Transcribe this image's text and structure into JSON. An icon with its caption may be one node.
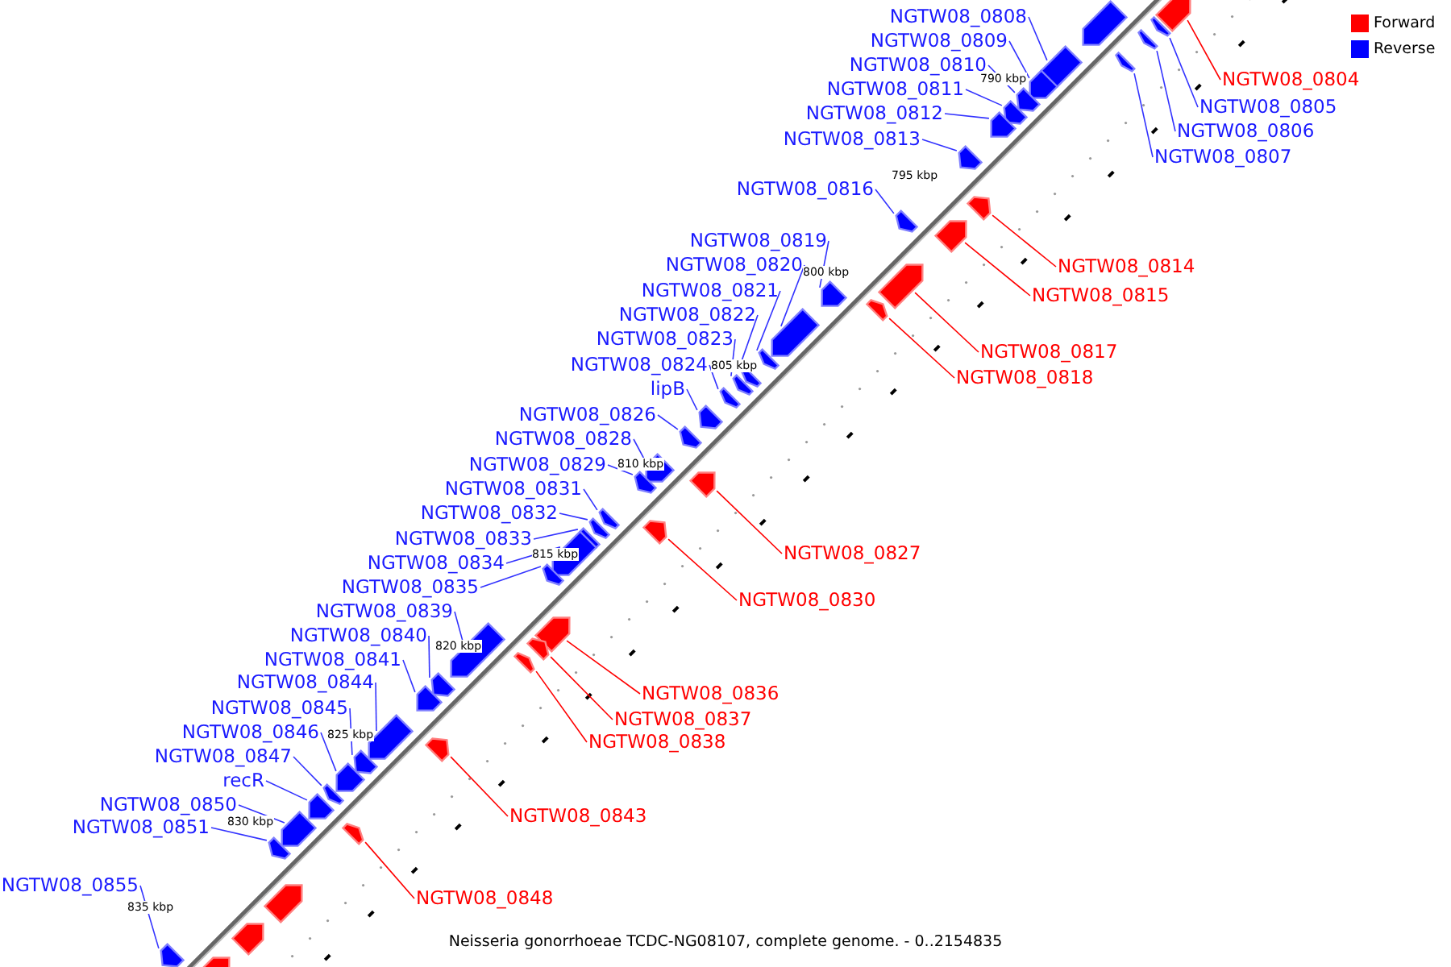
{
  "diagram": {
    "caption": "Neisseria gonorrhoeae TCDC-NG08107, complete genome. - 0..2154835",
    "nodes": [
      {
        "text": [
          "NGTW08_0808"
        ]
      },
      {
        "text": [],
        "shape": "arrow"
      },
      {
        "text": [
          "NGTW08_0809"
        ]
      },
      {
        "text": [],
        "shape": "arrow"
      },
      {
        "text": [
          "NGTW08_0810"
        ]
      },
      {
        "text": [],
        "shape": "arrow"
      },
      {
        "text": [
          "NGTW08_0811"
        ]
      },
      {
        "text": [],
        "shape": "arrow"
      },
      {
        "text": [
          "NGTW08_0804"
        ]
      },
      {
        "text": [],
        "shape": "arrow"
      },
      {
        "text": [
          "NGTW08_0805"
        ]
      },
      {
        "text": [],
        "shape": "arrow"
      },
      {
        "text": [
          "NGTW08_0812"
        ]
      },
      {
        "text": [],
        "shape": "arrow"
      },
      {
        "text": [
          "NGTW08_0806"
        ]
      },
      {
        "text": [],
        "shape": "arrow"
      },
      {
        "text": [
          "NGTW08_0813"
        ]
      },
      {
        "text": [],
        "shape": "arrow"
      },
      {
        "text": [
          "NGTW08_0807"
        ]
      },
      {
        "text": [],
        "shape": "arrow"
      },
      {
        "text": [
          "NGTW08_0816"
        ]
      },
      {
        "text": [],
        "shape": "arrow"
      },
      {
        "text": [
          "NGTW08_0819"
        ]
      },
      {
        "text": [],
        "shape": "arrow"
      },
      {
        "text": [
          "NGTW08_0820"
        ]
      },
      {
        "text": [],
        "shape": "arrow"
      },
      {
        "text": [
          "NGTW08_0814"
        ]
      },
      {
        "text": [],
        "shape": "arrow"
      },
      {
        "text": [
          "NGTW08_0821"
        ]
      },
      {
        "text": [],
        "shape": "arrow"
      },
      {
        "text": [
          "NGTW08_0815"
        ]
      },
      {
        "text": [],
        "shape": "arrow"
      },
      {
        "text": [
          "NGTW08_0822"
        ]
      },
      {
        "text": [],
        "shape": "arrow"
      },
      {
        "text": [
          "NGTW08_0823"
        ]
      },
      {
        "text": [],
        "shape": "arrow"
      },
      {
        "text": [
          "NGTW08_0817"
        ]
      },
      {
        "text": [],
        "shape": "arrow"
      },
      {
        "text": [
          "NGTW08_0824"
        ]
      },
      {
        "text": [],
        "shape": "arrow"
      },
      {
        "text": [
          "NGTW08_0818"
        ]
      },
      {
        "text": [],
        "shape": "arrow"
      },
      {
        "text": [
          "lipB"
        ]
      },
      {
        "text": [],
        "shape": "arrow"
      },
      {
        "text": [
          "NGTW08_0826"
        ]
      },
      {
        "text": [],
        "shape": "arrow"
      },
      {
        "text": [
          "NGTW08_0828"
        ]
      },
      {
        "text": [],
        "shape": "arrow"
      },
      {
        "text": [
          "NGTW08_0829"
        ]
      },
      {
        "text": [],
        "shape": "arrow"
      },
      {
        "text": [
          "NGTW08_0831"
        ]
      },
      {
        "text": [],
        "shape": "arrow"
      },
      {
        "text": [
          "NGTW08_0832"
        ]
      },
      {
        "text": [],
        "shape": "arrow"
      },
      {
        "text": [
          "NGTW08_0833"
        ]
      },
      {
        "text": [],
        "shape": "arrow"
      },
      {
        "text": [
          "NGTW08_0827"
        ]
      },
      {
        "text": [],
        "shape": "arrow"
      },
      {
        "text": [
          "NGTW08_0834"
        ]
      },
      {
        "text": [],
        "shape": "arrow"
      },
      {
        "text": [
          "NGTW08_0835"
        ]
      },
      {
        "text": [],
        "shape": "arrow"
      },
      {
        "text": [
          "NGTW08_0830"
        ]
      },
      {
        "text": [],
        "shape": "arrow"
      },
      {
        "text": [
          "NGTW08_0839"
        ]
      },
      {
        "text": [],
        "shape": "arrow"
      },
      {
        "text": [
          "NGTW08_0840"
        ]
      },
      {
        "text": [],
        "shape": "arrow"
      },
      {
        "text": [
          "NGTW08_0841"
        ]
      },
      {
        "text": [],
        "shape": "arrow"
      },
      {
        "text": [
          "NGTW08_0844"
        ]
      },
      {
        "text": [],
        "shape": "arrow"
      },
      {
        "text": [
          "NGTW08_0836"
        ]
      },
      {
        "text": [],
        "shape": "arrow"
      },
      {
        "text": [
          "NGTW08_0845"
        ]
      },
      {
        "text": [],
        "shape": "arrow"
      },
      {
        "text": [
          "NGTW08_0837"
        ]
      },
      {
        "text": [],
        "shape": "arrow"
      },
      {
        "text": [
          "NGTW08_0846"
        ]
      },
      {
        "text": [],
        "shape": "arrow"
      },
      {
        "text": [
          "NGTW08_0838"
        ]
      },
      {
        "text": [],
        "shape": "arrow"
      },
      {
        "text": [
          "NGTW08_0847"
        ]
      },
      {
        "text": [],
        "shape": "arrow"
      },
      {
        "text": [
          "recR"
        ]
      },
      {
        "text": [],
        "shape": "arrow"
      },
      {
        "text": [
          "NGTW08_0850"
        ]
      },
      {
        "text": [],
        "shape": "arrow"
      },
      {
        "text": [
          "NGTW08_0843"
        ]
      },
      {
        "text": [],
        "shape": "arrow"
      },
      {
        "text": [
          "NGTW08_0851"
        ]
      },
      {
        "text": [],
        "shape": "arrow"
      },
      {
        "text": [
          "NGTW08_0855"
        ]
      },
      {
        "text": [],
        "shape": "arrow"
      },
      {
        "text": [
          "NGTW08_0848"
        ]
      },
      {
        "text": [],
        "shape": "arrow"
      },
      {
        "text": [],
        "shape": "arrow"
      },
      {
        "text": [],
        "shape": "arrow"
      },
      {
        "text": [],
        "shape": "arrow"
      },
      {
        "text": [],
        "shape": "arrow"
      }
    ],
    "edges": [
      {
        "from": 0,
        "to": 1,
        "arrow": "none"
      },
      {
        "from": 2,
        "to": 3,
        "arrow": "none"
      },
      {
        "from": 4,
        "to": 5,
        "arrow": "none"
      },
      {
        "from": 6,
        "to": 7,
        "arrow": "none"
      },
      {
        "from": 8,
        "to": 9,
        "arrow": "none",
        "color": "#ff0000"
      },
      {
        "from": 10,
        "to": 11,
        "arrow": "none"
      },
      {
        "from": 12,
        "to": 13,
        "arrow": "none"
      },
      {
        "from": 14,
        "to": 15,
        "arrow": "none"
      },
      {
        "from": 16,
        "to": 17,
        "arrow": "none"
      },
      {
        "from": 18,
        "to": 19,
        "arrow": "none"
      },
      {
        "from": 20,
        "to": 21,
        "arrow": "none"
      },
      {
        "from": 22,
        "to": 23,
        "arrow": "none"
      },
      {
        "from": 24,
        "to": 25,
        "arrow": "none"
      },
      {
        "from": 26,
        "to": 27,
        "arrow": "none",
        "color": "#ff0000"
      },
      {
        "from": 28,
        "to": 29,
        "arrow": "none"
      },
      {
        "from": 30,
        "to": 31,
        "arrow": "none",
        "color": "#ff0000"
      },
      {
        "from": 32,
        "to": 33,
        "arrow": "none"
      },
      {
        "from": 34,
        "to": 35,
        "arrow": "none"
      },
      {
        "from": 36,
        "to": 37,
        "arrow": "none",
        "color": "#ff0000"
      },
      {
        "from": 38,
        "to": 39,
        "arrow": "none"
      },
      {
        "from": 40,
        "to": 41,
        "arrow": "none",
        "color": "#ff0000"
      },
      {
        "from": 42,
        "to": 43,
        "arrow": "none"
      },
      {
        "from": 44,
        "to": 45,
        "arrow": "none"
      },
      {
        "from": 46,
        "to": 47,
        "arrow": "none"
      },
      {
        "from": 48,
        "to": 49,
        "arrow": "none"
      },
      {
        "from": 50,
        "to": 51,
        "arrow": "none"
      },
      {
        "from": 52,
        "to": 53,
        "arrow": "none"
      },
      {
        "from": 54,
        "to": 55,
        "arrow": "none"
      },
      {
        "from": 56,
        "to": 57,
        "arrow": "none",
        "color": "#ff0000"
      },
      {
        "from": 58,
        "to": 59,
        "arrow": "none"
      },
      {
        "from": 60,
        "to": 61,
        "arrow": "none"
      },
      {
        "from": 62,
        "to": 63,
        "arrow": "none",
        "color": "#ff0000"
      },
      {
        "from": 64,
        "to": 65,
        "arrow": "none"
      },
      {
        "from": 66,
        "to": 67,
        "arrow": "none"
      },
      {
        "from": 68,
        "to": 69,
        "arrow": "none"
      },
      {
        "from": 70,
        "to": 71,
        "arrow": "none"
      },
      {
        "from": 72,
        "to": 73,
        "arrow": "none",
        "color": "#ff0000"
      },
      {
        "from": 74,
        "to": 75,
        "arrow": "none"
      },
      {
        "from": 76,
        "to": 77,
        "arrow": "none",
        "color": "#ff0000"
      },
      {
        "from": 78,
        "to": 79,
        "arrow": "none"
      },
      {
        "from": 80,
        "to": 81,
        "arrow": "none",
        "color": "#ff0000"
      },
      {
        "from": 82,
        "to": 83,
        "arrow": "none"
      },
      {
        "from": 84,
        "to": 85,
        "arrow": "none"
      },
      {
        "from": 86,
        "to": 87,
        "arrow": "none"
      },
      {
        "from": 88,
        "to": 89,
        "arrow": "none",
        "color": "#ff0000"
      },
      {
        "from": 90,
        "to": 91,
        "arrow": "none"
      },
      {
        "from": 92,
        "to": 93,
        "arrow": "none"
      },
      {
        "from": 94,
        "to": 95,
        "arrow": "none",
        "color": "#ff0000"
      }
    ],
    "labels": [
      "790 kbp",
      "795 kbp",
      "800 kbp",
      "805 kbp",
      "810 kbp",
      "815 kbp",
      "820 kbp",
      "825 kbp",
      "830 kbp",
      "835 kbp"
    ],
    "legend": [
      {
        "text": "Forward",
        "color": "#ff0000"
      },
      {
        "text": "Reverse",
        "color": "#0000ff"
      }
    ]
  }
}
